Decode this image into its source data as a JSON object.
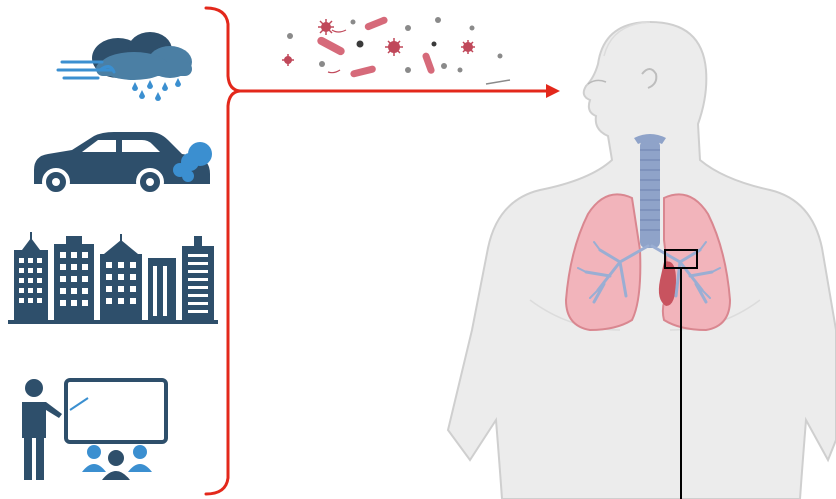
{
  "colors": {
    "icon_dark": "#2e4f6b",
    "icon_mid": "#4b7fa4",
    "icon_light": "#3b8fd0",
    "arrow": "#e3281b",
    "skin": "#ececec",
    "skin_outline": "#cfcfcf",
    "lung_fill": "#f2b4bb",
    "lung_outline": "#d98790",
    "airway": "#8fa3c9",
    "heart": "#c8535f",
    "particle_virus": "#c0485a",
    "particle_dust": "#8a8a8a"
  },
  "icons": [
    "weather-cloud-rain-wind-icon",
    "car-exhaust-icon",
    "city-buildings-icon",
    "teacher-classroom-icon"
  ],
  "particles": [
    "virus",
    "bacteria",
    "dust"
  ]
}
